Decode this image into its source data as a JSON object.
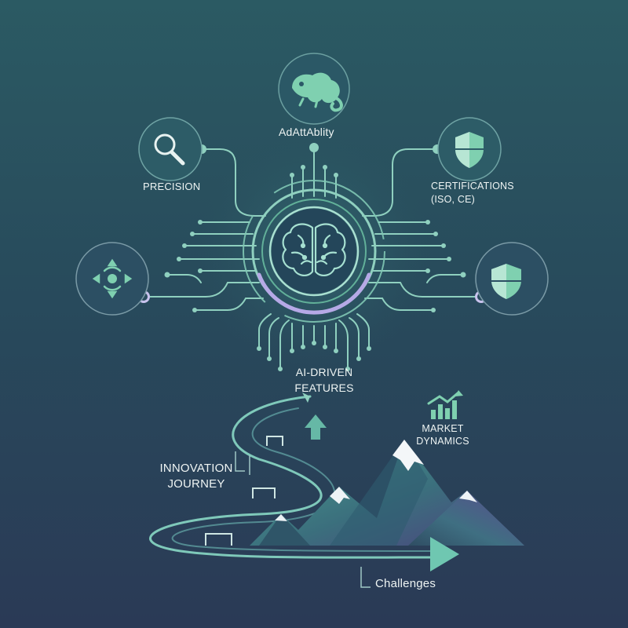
{
  "nodes": {
    "adaptability": {
      "label": "AdAttAblity",
      "icon": "chameleon-icon"
    },
    "precision": {
      "label": "PRECISION",
      "icon": "magnifier-icon"
    },
    "certifications": {
      "label": "CERTIFICATIONS (ISO, CE)",
      "icon": "shield-icon"
    },
    "left_node": {
      "icon": "target-arrows-icon"
    },
    "right_node": {
      "icon": "shield-icon"
    },
    "center": {
      "label": "AI-DRIVEN FEATURES",
      "icon": "brain-circuit-icon"
    }
  },
  "journey": {
    "innovation": "INNOVATION JOURNEY",
    "market": "MARKET DYNAMICS",
    "challenges": "Challenges"
  },
  "colors": {
    "line": "#8fd0bf",
    "accent": "#6fc7a6",
    "lavender": "#b6a9e6",
    "mountain_teal": "#3f8a80",
    "mountain_purple": "#4b3f7a"
  }
}
